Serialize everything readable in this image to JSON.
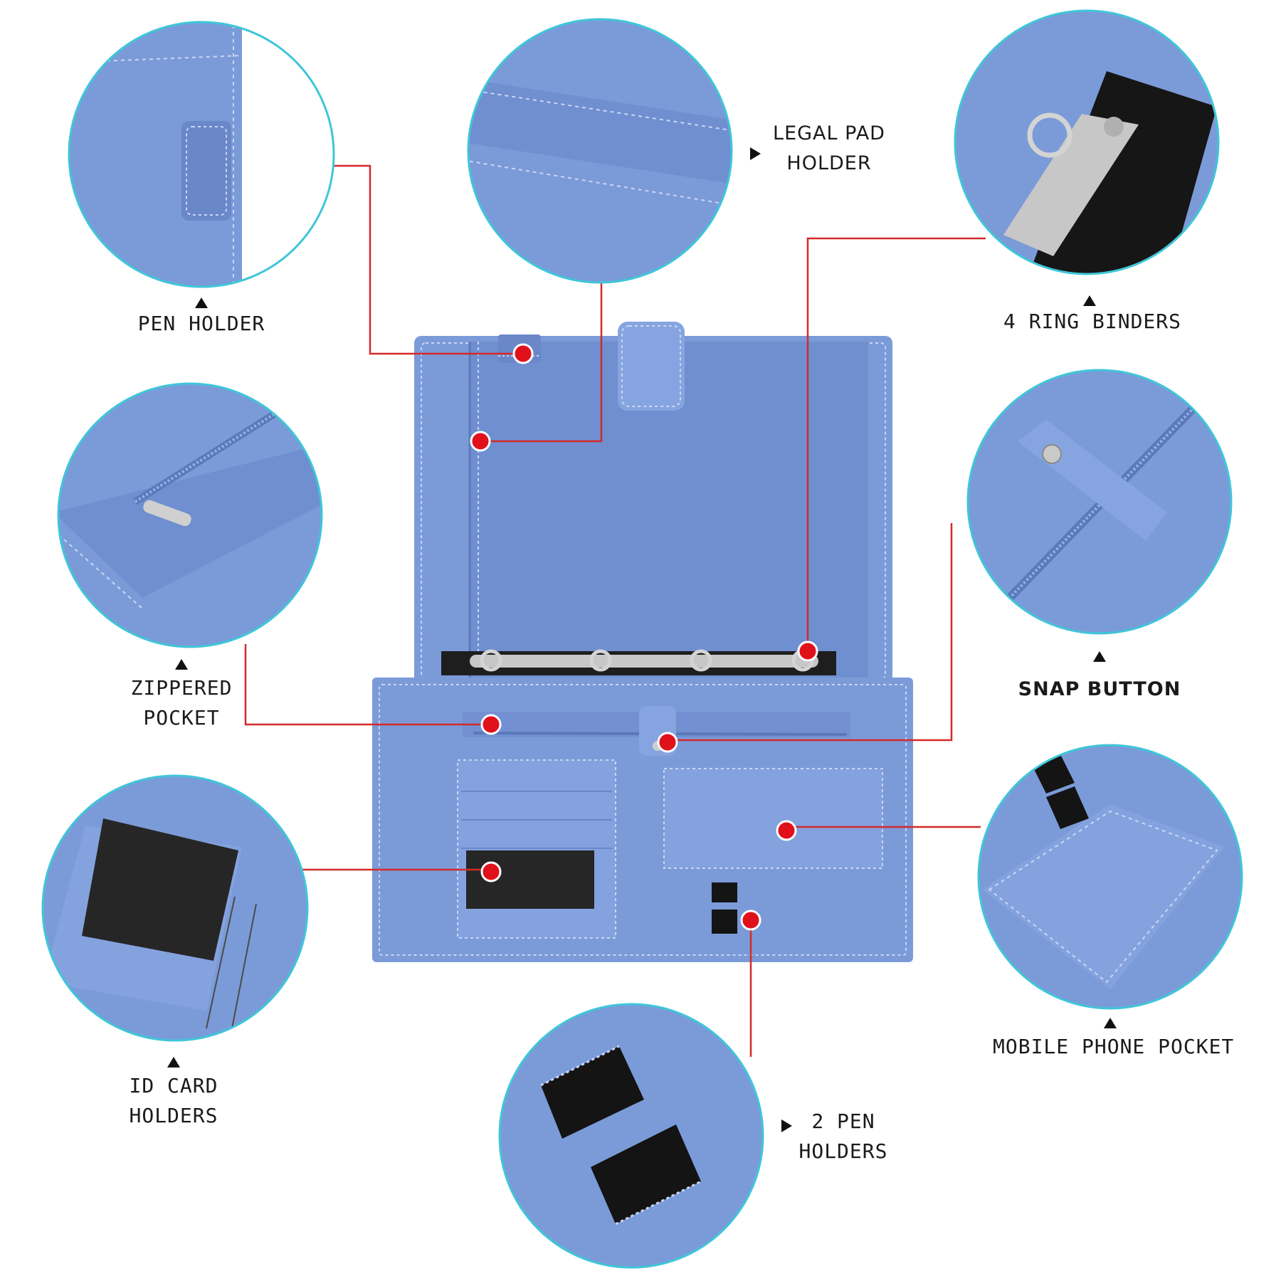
{
  "colors": {
    "leather": "#7b9bd8",
    "leather_dark": "#6a88c8",
    "stitch": "#c9d7f4",
    "circle_ring": "#3fc6d8",
    "leader": "#d42a2a",
    "dot": "#e0111b",
    "elastic": "#141414",
    "metal": "#c7c7c7"
  },
  "callouts": {
    "pen_holder": {
      "lines": [
        "PEN HOLDER"
      ],
      "icon": "triangle-up-icon"
    },
    "legal_pad_holder": {
      "lines": [
        "LEGAL PAD",
        "HOLDER"
      ],
      "icon": "triangle-right-icon"
    },
    "ring_binders": {
      "lines": [
        "4 RING BINDERS"
      ],
      "icon": "triangle-up-icon"
    },
    "zippered_pocket": {
      "lines": [
        "ZIPPERED",
        "POCKET"
      ],
      "icon": "triangle-up-icon"
    },
    "snap_button": {
      "lines": [
        "SNAP BUTTON"
      ],
      "icon": "triangle-up-icon"
    },
    "id_card_holders": {
      "lines": [
        "ID CARD",
        "HOLDERS"
      ],
      "icon": "triangle-up-icon"
    },
    "mobile_phone_pocket": {
      "lines": [
        "MOBILE PHONE POCKET"
      ],
      "icon": "triangle-up-icon"
    },
    "two_pen_holders": {
      "lines": [
        "2 PEN",
        "HOLDERS"
      ],
      "icon": "triangle-right-icon"
    }
  }
}
